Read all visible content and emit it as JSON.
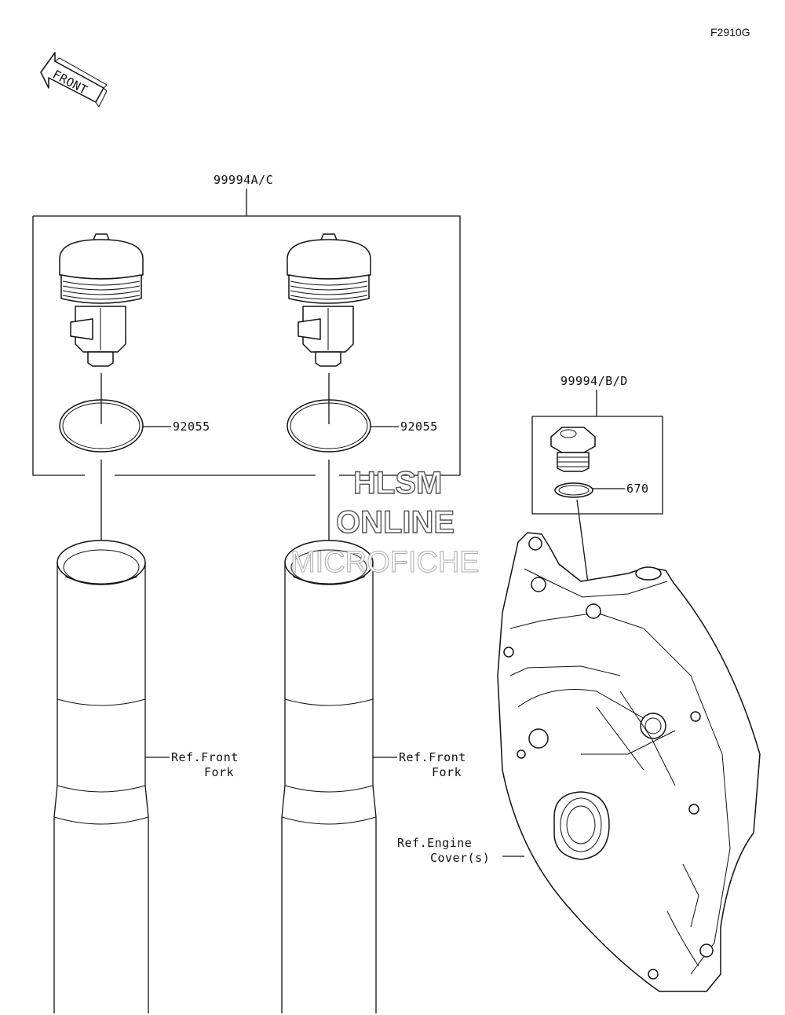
{
  "figure_code": "F2910G",
  "front_label": "FRONT",
  "callouts": {
    "kit_left": "99994A/C",
    "kit_right": "99994/B/D",
    "oring_left": "92055",
    "oring_right": "92055",
    "washer": "670",
    "ref_fork_left_1": "Ref.Front",
    "ref_fork_left_2": "Fork",
    "ref_fork_right_1": "Ref.Front",
    "ref_fork_right_2": "Fork",
    "ref_engine_1": "Ref.Engine",
    "ref_engine_2": "Cover(s)"
  },
  "watermark": {
    "line1": "HLSM",
    "line2": "ONLINE",
    "line3": "MICROFICHE"
  }
}
